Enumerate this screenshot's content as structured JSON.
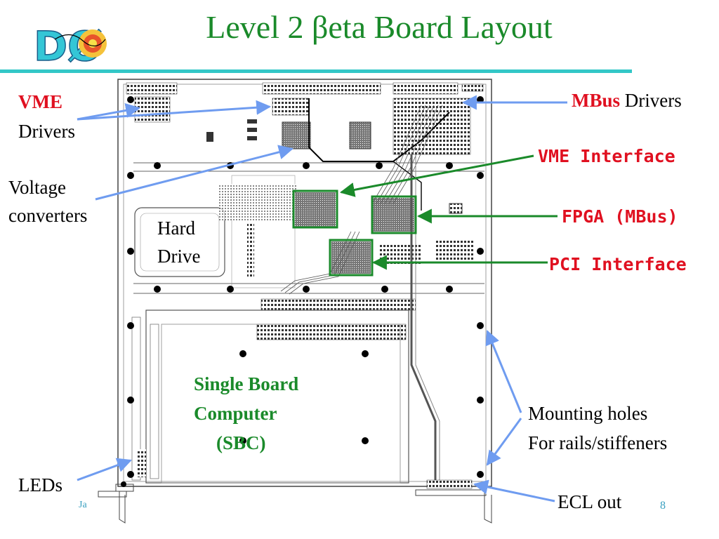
{
  "title": "Level 2 βeta Board Layout",
  "logo": {
    "text": "DØ",
    "icon": "dzero-logo"
  },
  "labels": {
    "vme_drivers_1": "VME",
    "vme_drivers_2": "Drivers",
    "mbus_drivers_1": "MBus",
    "mbus_drivers_2": "Drivers",
    "vme_interface": "VME Interface",
    "fpga_mbus": "FPGA (MBus)",
    "pci_interface": "PCI Interface",
    "voltage_1": "Voltage",
    "voltage_2": "converters",
    "hard_drive_1": "Hard",
    "hard_drive_2": "Drive",
    "sbc_1": "Single Board",
    "sbc_2": "Computer",
    "sbc_3": "(SBC)",
    "mounting_1": "Mounting holes",
    "mounting_2": "For rails/stiffeners",
    "leds": "LEDs",
    "ecl_out": "ECL out"
  },
  "footer": {
    "left": "Ja",
    "page_number": "8"
  },
  "colors": {
    "title": "#1a8a2a",
    "rule": "#33c7c7",
    "arrow_blue": "#6f9cf0",
    "arrow_green": "#1a8a2a",
    "label_red": "#e01020"
  }
}
